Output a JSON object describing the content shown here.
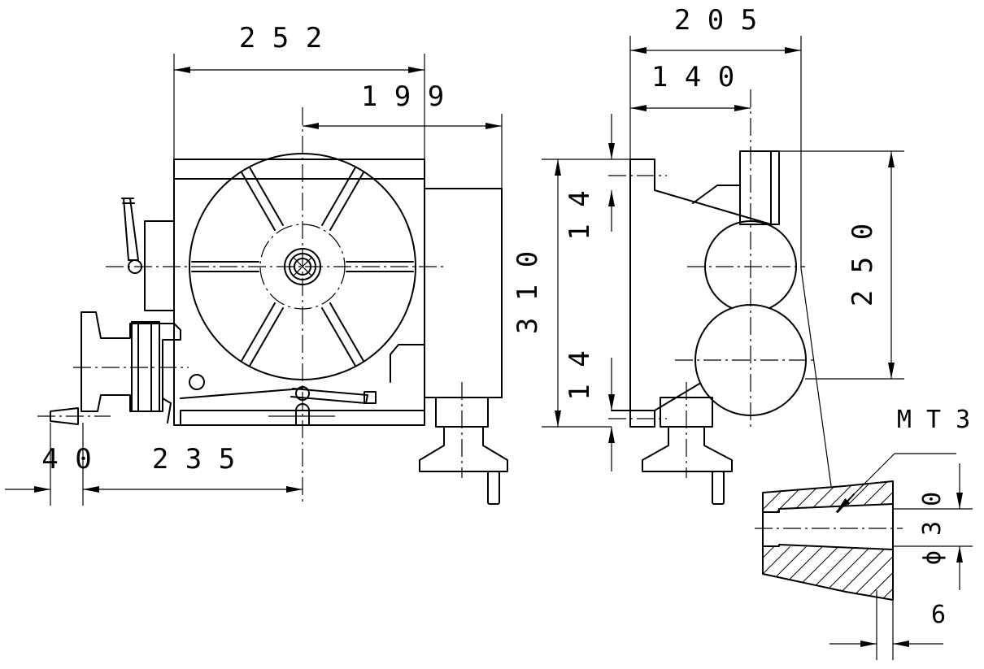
{
  "dimensions": {
    "width_front": "2 5 2",
    "offset_center": "1 9 9",
    "height_total": "3 1 0",
    "handle_offset": "4 0",
    "center_to_edge": "2 3 5",
    "depth_total": "2 0 5",
    "depth_to_axis": "1 4 0",
    "axis_height": "2 5 0",
    "slot_top": "1 4",
    "slot_bottom": "1 4"
  },
  "taper": {
    "label": "M T 3",
    "diameter": "ϕ 3 0",
    "depth": "6"
  }
}
